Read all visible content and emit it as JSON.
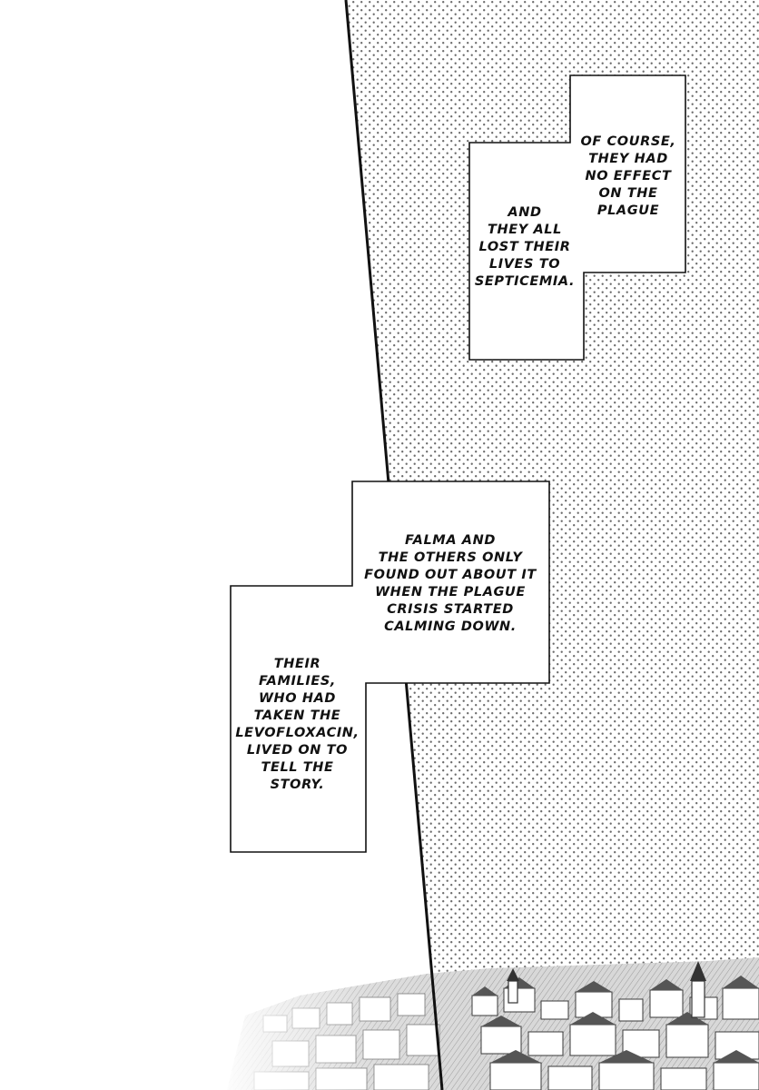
{
  "captions": {
    "top_right": "OF COURSE,\nTHEY HAD\nNO EFFECT\nON THE\nPLAGUE",
    "top_left": "AND\nTHEY ALL\nLOST THEIR\nLIVES TO\nSEPTICEMIA.",
    "middle_right": "FALMA AND\nTHE OTHERS ONLY\nFOUND OUT ABOUT IT\nWHEN THE PLAGUE\nCRISIS STARTED\nCALMING DOWN.",
    "middle_left": "THEIR\nFAMILIES,\nWHO HAD\nTAKEN THE\nLEVOFLOXACIN,\nLIVED ON TO\nTELL THE\nSTORY."
  },
  "colors": {
    "ink": "#111111",
    "screentone_dot": "#6a6a6a",
    "paper": "#ffffff",
    "town_dark": "#555555",
    "town_light": "#b8b8b8"
  }
}
